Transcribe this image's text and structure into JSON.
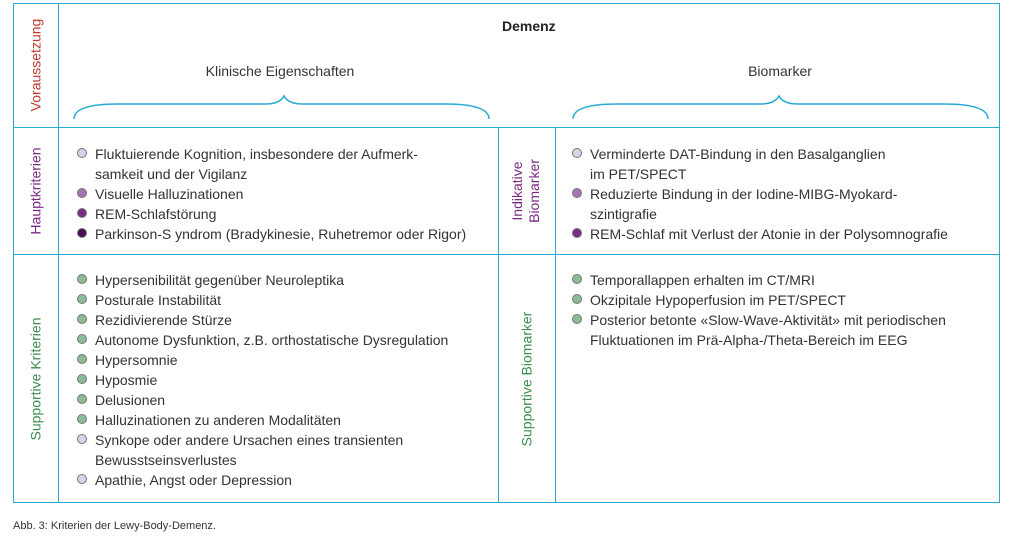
{
  "header": {
    "title": "Demenz",
    "clinical_label": "Klinische Eigenschaften",
    "biomarker_label": "Biomarker"
  },
  "row_labels": {
    "prerequisite": "Voraussetzung",
    "main_criteria": "Hauptkriterien",
    "indicative_biomarker_line1": "Indikative",
    "indicative_biomarker_line2": "Biomarker",
    "supportive_criteria": "Supportive Kriterien",
    "supportive_biomarker": "Supportive Biomarker"
  },
  "main_criteria": [
    {
      "text": "Fluktuierende Kognition, insbesondere der Aufmerk-",
      "text2": "samkeit und der Vigilanz",
      "color": "light"
    },
    {
      "text": "Visuelle Halluzinationen",
      "color": "mid"
    },
    {
      "text": "REM-Schlafstörung",
      "color": "dark"
    },
    {
      "text": "Parkinson-S yndrom (Bradykinesie, Ruhetremor oder Rigor)",
      "color": "darkest"
    }
  ],
  "indicative_biomarkers": [
    {
      "text": "Verminderte DAT-Bindung in den Basalganglien",
      "text2": "im PET/SPECT",
      "color": "light"
    },
    {
      "text": "Reduzierte Bindung in der Iodine-MIBG-Myokard-",
      "text2": "szintigrafie",
      "color": "mid"
    },
    {
      "text": "REM-Schlaf mit Verlust der Atonie in der Polysomnografie",
      "color": "dark"
    }
  ],
  "supportive_criteria": [
    {
      "text": "Hypersenibilität gegenüber Neuroleptika",
      "color": "green"
    },
    {
      "text": "Posturale Instabilität",
      "color": "green"
    },
    {
      "text": "Rezidivierende Stürze",
      "color": "green"
    },
    {
      "text": "Autonome Dysfunktion, z.B. orthostatische Dysregulation",
      "color": "green"
    },
    {
      "text": "Hypersomnie",
      "color": "green"
    },
    {
      "text": "Hyposmie",
      "color": "green"
    },
    {
      "text": "Delusionen",
      "color": "green"
    },
    {
      "text": "Halluzinationen zu anderen Modalitäten",
      "color": "green"
    },
    {
      "text": "Synkope oder andere Ursachen eines transienten",
      "text2": "Bewusstseinsverlustes",
      "color": "light"
    },
    {
      "text": "Apathie, Angst oder Depression",
      "color": "light"
    }
  ],
  "supportive_biomarkers": [
    {
      "text": "Temporallappen erhalten im CT/MRI",
      "color": "green"
    },
    {
      "text": "Okzipitale Hypoperfusion im PET/SPECT",
      "color": "green"
    },
    {
      "text": "Posterior betonte «Slow-Wave-Aktivität» mit periodischen",
      "text2": "Fluktuationen im Prä-Alpha-/Theta-Bereich im EEG",
      "color": "green"
    }
  ],
  "caption": "Abb. 3: Kriterien der Lewy-Body-Demenz.",
  "colors": {
    "border": "#29a9d6",
    "prerequisite": "#c0392b",
    "main": "#7b2a84",
    "supportive": "#3d8c50"
  }
}
